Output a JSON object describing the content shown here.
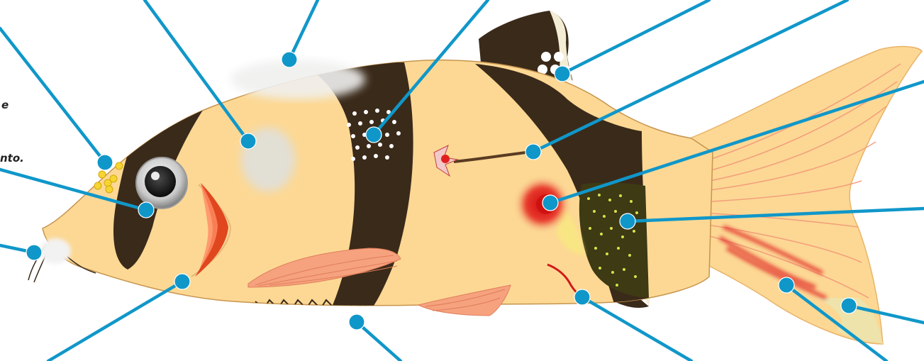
{
  "text_fragments": [
    "e",
    "nto."
  ],
  "colors": {
    "leader_line": "#1097c9",
    "body": "#fcd894",
    "band": "#3a2a1a",
    "fin": "#f6a27e",
    "inflammation": "#e02020",
    "white_spot": "#ffffff"
  },
  "annotation_markers": [
    {
      "name": "fin-white-tufts-marker"
    },
    {
      "name": "body-cloudy-patch-marker"
    },
    {
      "name": "white-spots-marker"
    },
    {
      "name": "dorsal-fin-white-spots-marker"
    },
    {
      "name": "parasite-worm-marker"
    },
    {
      "name": "head-yellow-cysts-marker"
    },
    {
      "name": "red-lesion-marker"
    },
    {
      "name": "eye-cloudy-marker"
    },
    {
      "name": "mouth-fungus-marker"
    },
    {
      "name": "velvet-marker"
    },
    {
      "name": "red-gill-marker"
    },
    {
      "name": "belly-sawtooth-marker"
    },
    {
      "name": "anal-red-thread-marker"
    },
    {
      "name": "tail-red-streaks-marker"
    },
    {
      "name": "tail-fin-rot-marker"
    }
  ]
}
